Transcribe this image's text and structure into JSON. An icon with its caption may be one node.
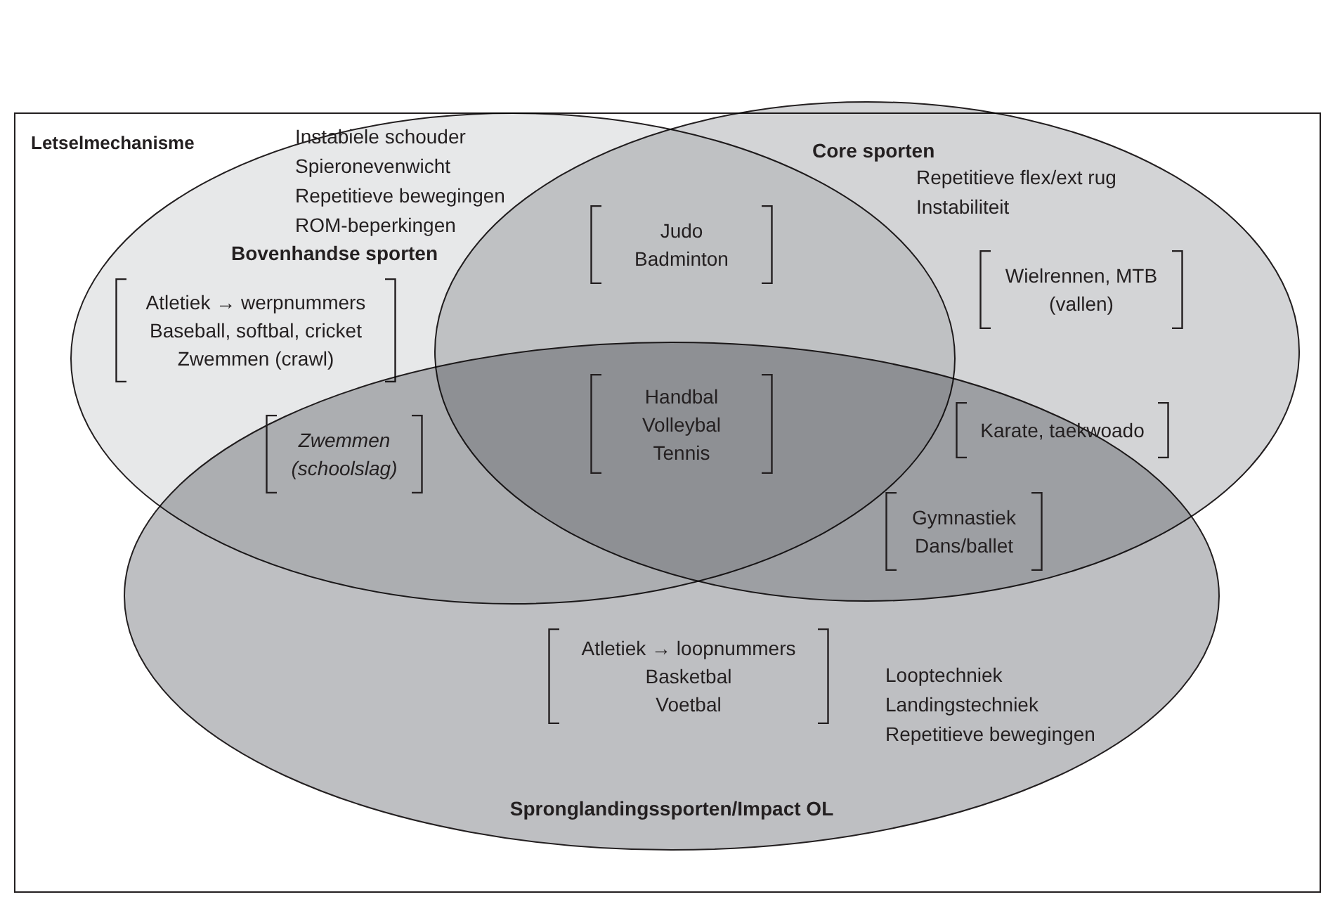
{
  "diagram": {
    "nodes": [
      {
        "text": [
          "Instabiele schouder",
          "Spieronevenwicht",
          "Repetitieve bewegingen",
          "ROM-beperkingen",
          "Bovenhandse sporten"
        ]
      },
      {
        "text": [
          "Core sporten",
          "Repetitieve flex/ext rug",
          "Instabiliteit"
        ]
      },
      {
        "text": [
          "Looptechniek",
          "Landingstechniek",
          "Repetitieve bewegingen",
          "Spronglandingssporten/Impact OL"
        ]
      },
      {
        "text": [
          "Atletiek → werpnummers",
          "Baseball, softbal, cricket",
          "Zwemmen (crawl)"
        ],
        "in": 0
      },
      {
        "text": [
          "Judo",
          "Badminton"
        ]
      },
      {
        "text": [
          "Zwemmen (schoolslag)"
        ]
      },
      {
        "text": [
          "Handbal",
          "Volleybal",
          "Tennis"
        ]
      },
      {
        "text": [
          "Wielrennen, MTB (vallen)"
        ],
        "in": 1
      },
      {
        "text": [
          "Karate, taekwoado"
        ]
      },
      {
        "text": [
          "Gymnastiek",
          "Dans/ballet"
        ]
      },
      {
        "text": [
          "Atletiek → loopnummers",
          "Basketbal",
          "Voetbal"
        ],
        "in": 2
      }
    ],
    "edges": [],
    "labels": [
      "Letselmechanisme"
    ]
  }
}
